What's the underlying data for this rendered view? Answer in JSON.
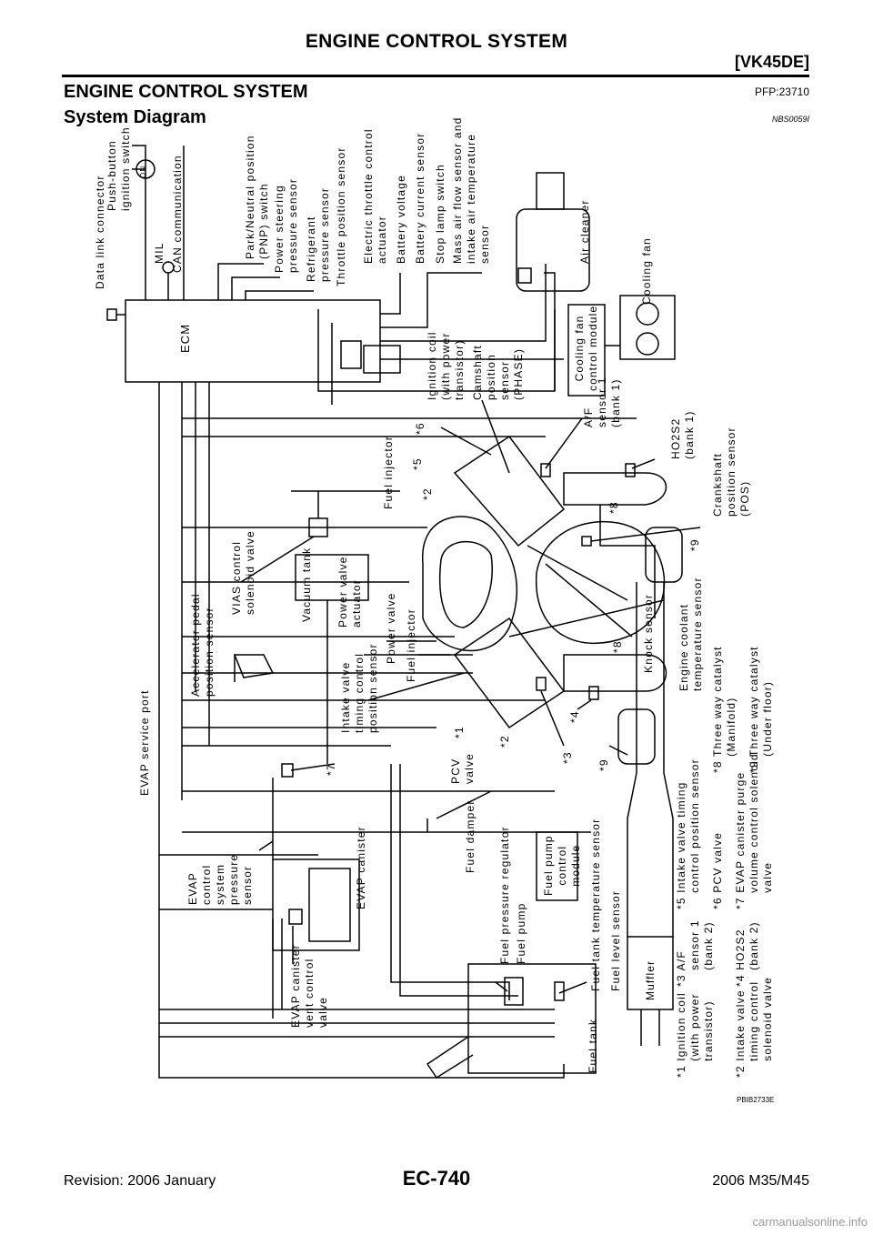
{
  "header": {
    "title": "ENGINE CONTROL SYSTEM",
    "model": "[VK45DE]"
  },
  "section": {
    "title": "ENGINE CONTROL SYSTEM",
    "code": "PFP:23710"
  },
  "subsection": {
    "title": "System Diagram",
    "code": "NBS0059I"
  },
  "diagram": {
    "figure_id": "PBIB2733E",
    "boxes": {
      "ecm": "ECM",
      "cooling_fan_module": "Cooling fan\ncontrol module",
      "fuel_pump_module": "Fuel pump\ncontrol\nmodule",
      "muffler": "Muffler"
    },
    "labels": {
      "data_link_connector": "Data link connector",
      "mil": "MIL",
      "can": "CAN communication",
      "push_button": "Push-button\nignition switch",
      "on": "ON",
      "pnp": "Park/Neutral position\n(PNP) switch",
      "ps_sensor": "Power steering\npressure sensor",
      "refrig": "Refrigerant\npressure sensor",
      "tps": "Throttle position sensor",
      "etc": "Electric throttle control\nactuator",
      "batt_v": "Battery voltage",
      "batt_i": "Battery current sensor",
      "stop": "Stop lamp switch",
      "maf": "Mass air flow sensor and\nintake air temperature\nsensor",
      "air_cleaner": "Air cleaner",
      "cooling_fan": "Cooling fan",
      "ign_coil": "Ignition coil\n(with power\ntransistor)",
      "cam": "Camshaft\nposition\nsensor\n(PHASE)",
      "af1": "A/F\nsensor 1\n(bank 1)",
      "ho2s2": "HO2S2\n(bank 1)",
      "crank": "Crankshaft\nposition sensor\n(POS)",
      "fuel_inj_top": "Fuel injector",
      "vias": "VIAS control\nsolenoid valve",
      "vac_tank": "Vacuum tank",
      "pv_act": "Power valve\nactuator",
      "pv": "Power valve",
      "fuel_inj": "Fuel injector",
      "knock": "Knock sensor",
      "ect": "Engine coolant\ntemperature sensor",
      "accel": "Accelerator pedal\nposition sensor",
      "ivt_pos": "Intake valve\ntiming control\nposition sensor",
      "pcv": "PCV\nvalve",
      "evap_port": "EVAP service port",
      "evap_sys": "EVAP\ncontrol\nsystem\npressure\nsensor",
      "evap_can": "EVAP canister",
      "evap_vent": "EVAP canister\nvent control\nvalve",
      "fuel_damper": "Fuel damper",
      "fpr": "Fuel pressure regulator",
      "fuel_pump": "Fuel pump",
      "ftt": "Fuel tank temperature sensor",
      "fls": "Fuel level sensor",
      "fuel_tank": "Fuel tank",
      "m1": "*1",
      "m2": "*2",
      "m3": "*3",
      "m4": "*4",
      "m5": "*5",
      "m6": "*6",
      "m7": "*7",
      "m8": "*8",
      "m9": "*9"
    },
    "legend": {
      "n1": "*1 Ignition coil\n    (with power\n    transistor)",
      "n2": "*2 Intake valve\n    timing control\n    solenoid valve",
      "n3": "*3 A/F\n    sensor 1\n    (bank 2)",
      "n4": "*4 HO2S2\n    (bank 2)",
      "n5": "*5 Intake valve timing\n    control position sensor",
      "n6": "*6 PCV valve",
      "n7": "*7 EVAP canister purge\n    volume control solenoid\n    valve",
      "n8": "*8 Three way catalyst\n    (Manifold)",
      "n9": "*9 Three way catalyst\n    (Under floor)"
    }
  },
  "footer": {
    "revision": "Revision: 2006 January",
    "page": "EC-740",
    "model": "2006 M35/M45"
  },
  "watermark": "carmanualsonline.info"
}
